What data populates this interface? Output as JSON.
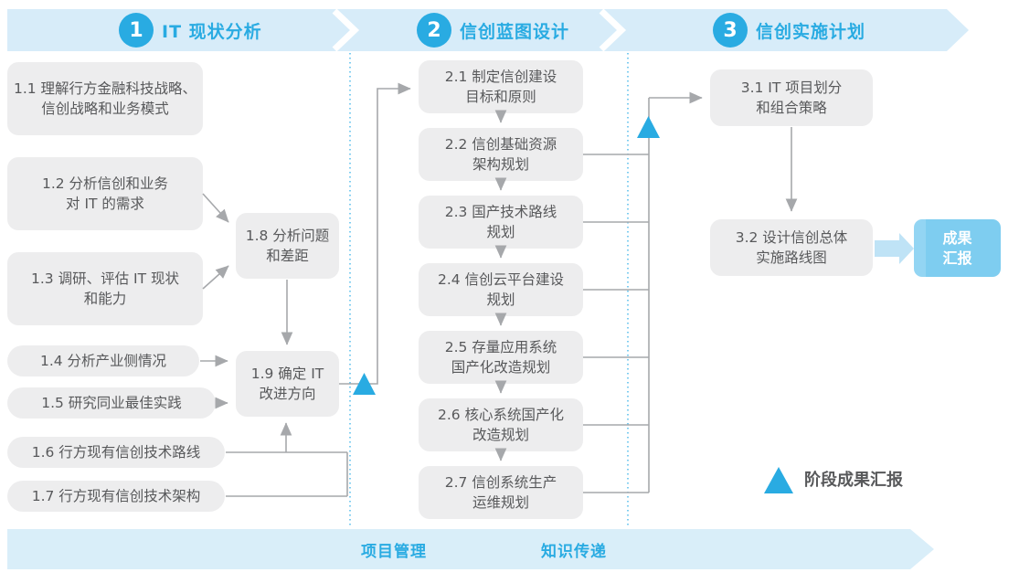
{
  "palette": {
    "accent_blue": "#29abe2",
    "band_light_blue": "#d7ecf9",
    "box_gray": "#ededee",
    "text_dark_gray": "#58595b",
    "connector_gray": "#a6a8ab",
    "deliverable_blue": "#7ecdf0",
    "thick_arrow_blue": "#bfe3f6"
  },
  "phases": [
    {
      "number": "1",
      "title": "IT 现状分析"
    },
    {
      "number": "2",
      "title": "信创蓝图设计"
    },
    {
      "number": "3",
      "title": "信创实施计划"
    }
  ],
  "nodes": {
    "n1_1": "1.1 理解行方金融科技战略、\n信创战略和业务模式",
    "n1_2": "1.2 分析信创和业务\n对 IT 的需求",
    "n1_3": "1.3 调研、评估 IT 现状\n和能力",
    "n1_4": "1.4 分析产业侧情况",
    "n1_5": "1.5 研究同业最佳实践",
    "n1_6": "1.6 行方现有信创技术路线",
    "n1_7": "1.7 行方现有信创技术架构",
    "n1_8": "1.8 分析问题\n和差距",
    "n1_9": "1.9 确定 IT\n改进方向",
    "n2_1": "2.1 制定信创建设\n目标和原则",
    "n2_2": "2.2 信创基础资源\n架构规划",
    "n2_3": "2.3 国产技术路线\n规划",
    "n2_4": "2.4 信创云平台建设\n规划",
    "n2_5": "2.5 存量应用系统\n国产化改造规划",
    "n2_6": "2.6 核心系统国产化\n改造规划",
    "n2_7": "2.7 信创系统生产\n运维规划",
    "n3_1": "3.1 IT 项目划分\n和组合策略",
    "n3_2": "3.2 设计信创总体\n实施路线图"
  },
  "deliverable": "成果\n汇报",
  "legend": "阶段成果汇报",
  "bottom_bar": {
    "left_label": "项目管理",
    "right_label": "知识传递"
  }
}
